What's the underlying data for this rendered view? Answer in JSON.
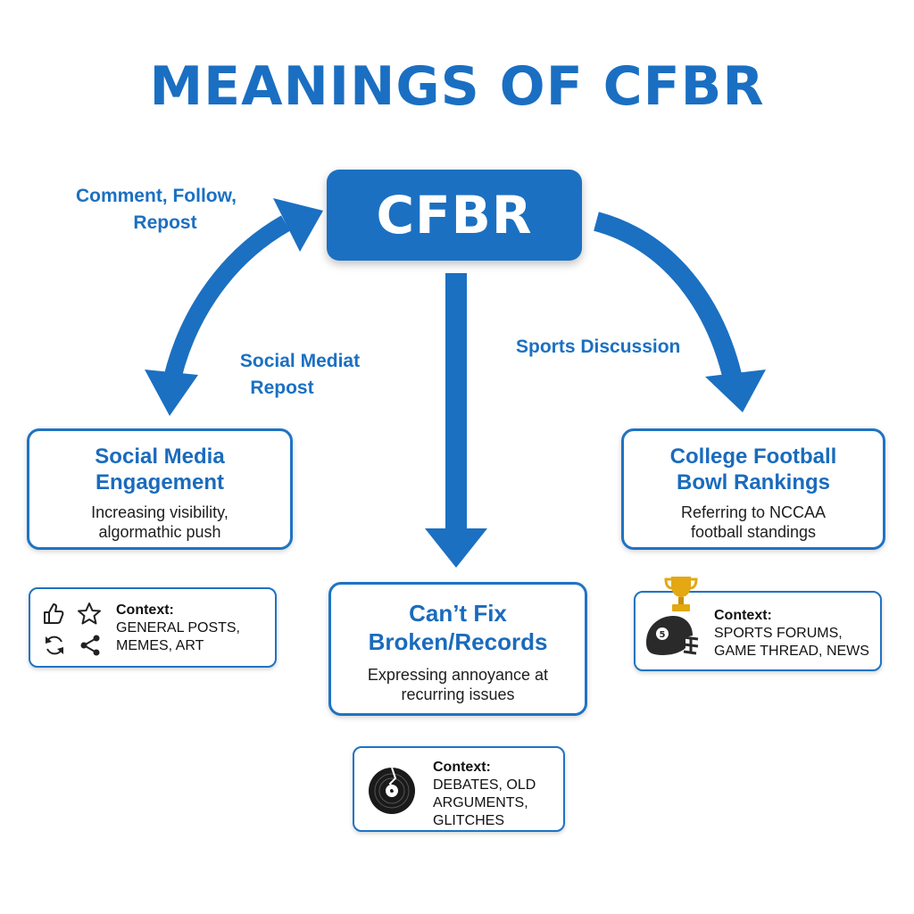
{
  "title": "MEANINGS OF CFBR",
  "center": {
    "label": "CFBR"
  },
  "edges": {
    "left_top": [
      "Comment, Follow,",
      "Repost"
    ],
    "left_bottom": [
      "Social Mediat",
      "Repost"
    ],
    "right": "Sports Discussion"
  },
  "nodes": {
    "social": {
      "title": [
        "Social Media",
        "Engagement"
      ],
      "desc": [
        "Increasing visibility,",
        "algormathic push"
      ]
    },
    "broken": {
      "title": [
        "Can’t Fix",
        "Broken/Records"
      ],
      "desc": [
        "Expressing annoyance at",
        "recurring issues"
      ]
    },
    "football": {
      "title": [
        "College Football",
        "Bowl Rankings"
      ],
      "desc": [
        "Referring to NCCAA",
        "football standings"
      ]
    }
  },
  "contexts": {
    "social": {
      "head": "Context:",
      "lines": [
        "GENERAL POSTS,",
        "MEMES, ART"
      ]
    },
    "broken": {
      "head": "Context:",
      "lines": [
        "DEBATES, OLD",
        "ARGUMENTS,",
        "GLITCHES"
      ]
    },
    "football": {
      "head": "Context:",
      "lines": [
        "SPORTS FORUMS,",
        "GAME THREAD, NEWS"
      ]
    }
  },
  "icons": {
    "social": [
      "thumbs-up-icon",
      "star-icon",
      "refresh-icon",
      "share-icon"
    ],
    "broken": [
      "broken-record-icon"
    ],
    "football": [
      "trophy-icon",
      "football-helmet-icon"
    ]
  },
  "colors": {
    "primary": "#1b70c2",
    "text": "#1e1e1e",
    "trophy": "#e3a812"
  }
}
